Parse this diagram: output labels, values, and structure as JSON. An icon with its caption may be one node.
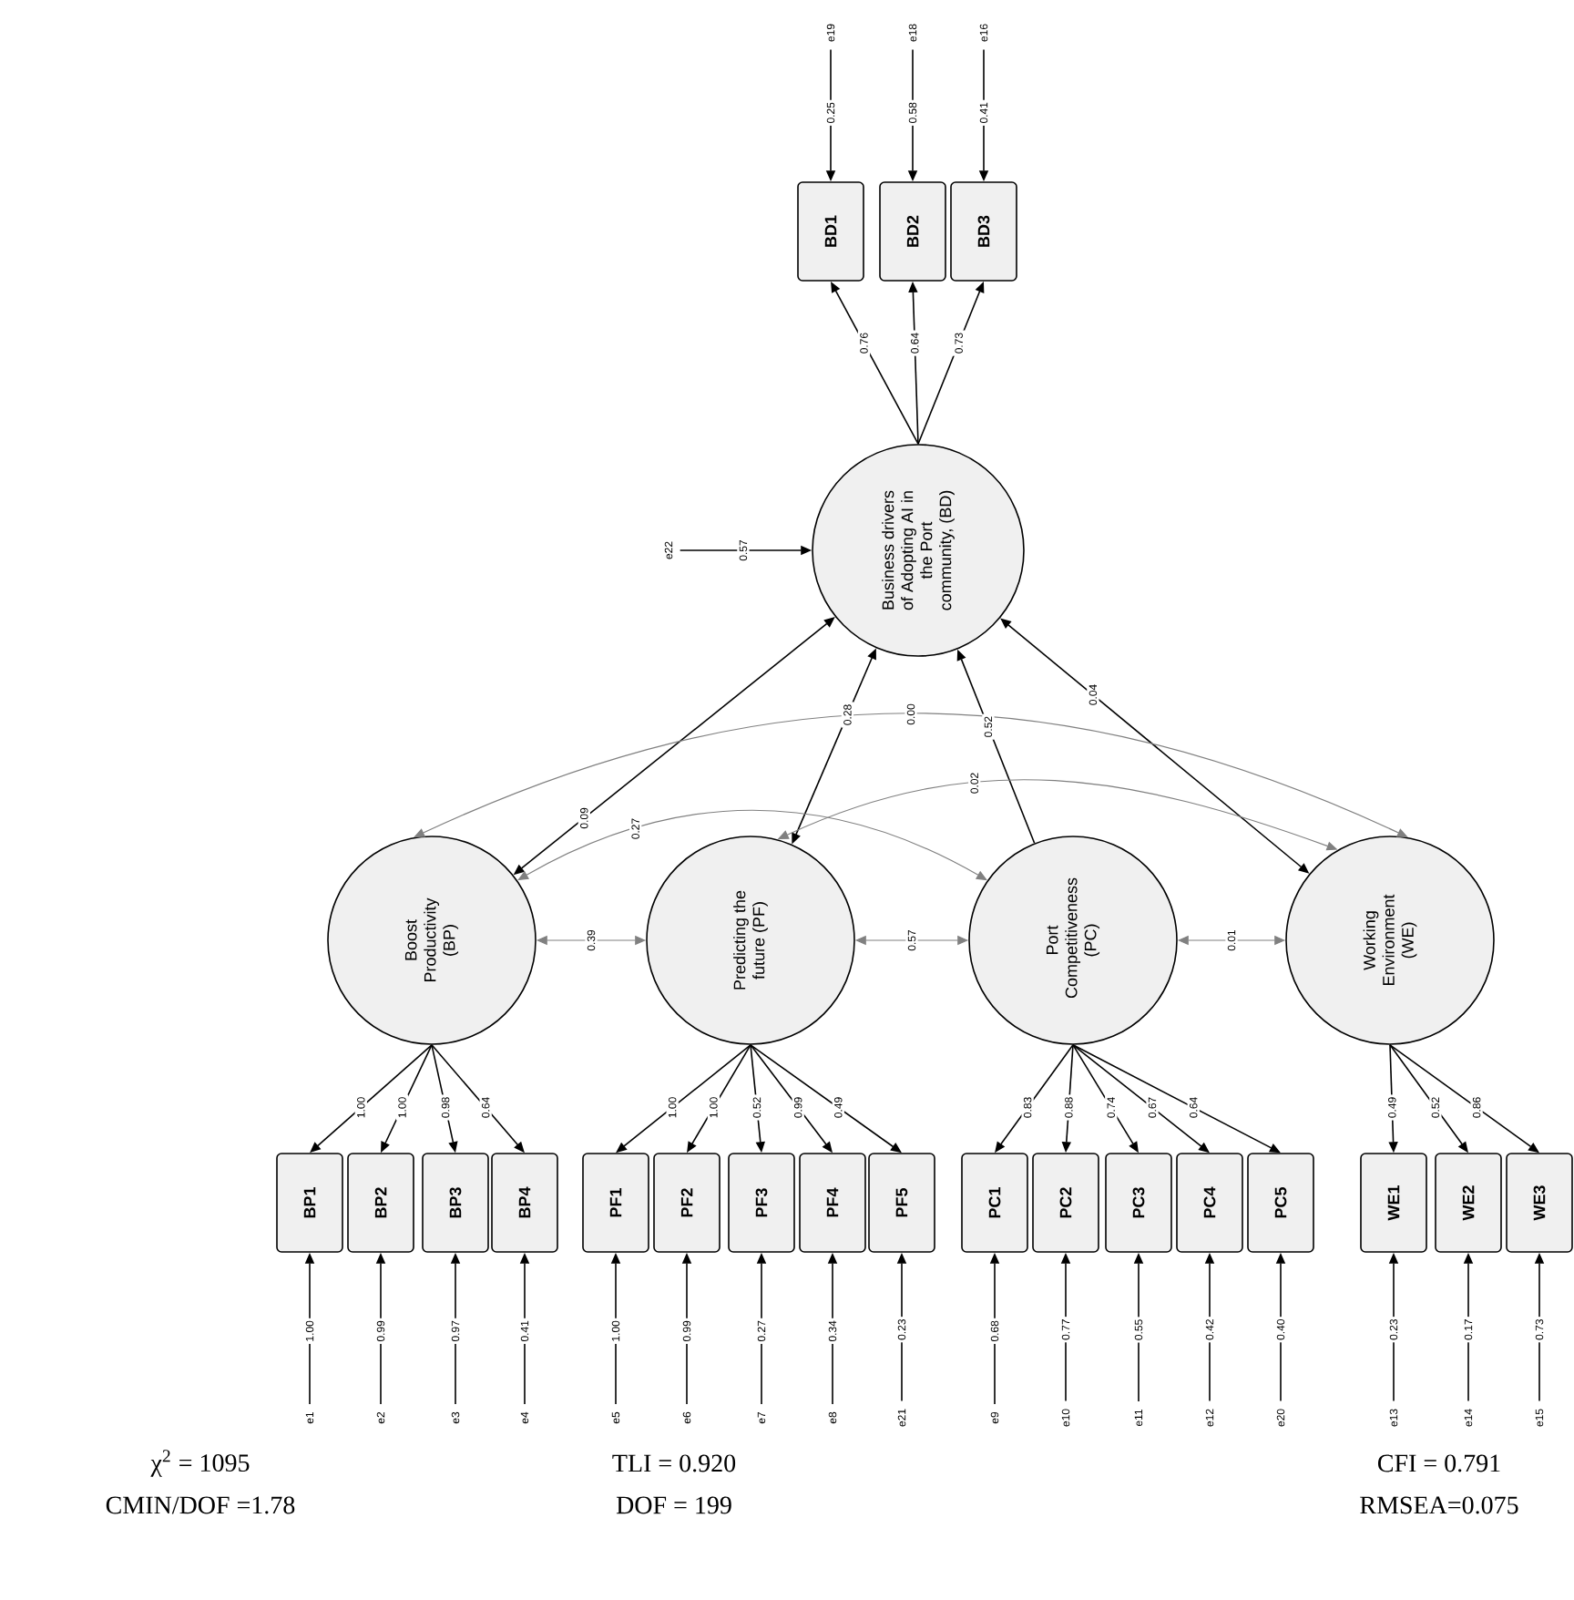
{
  "diagram": {
    "nodes": [
      {
        "text": [
          "e19"
        ]
      },
      {
        "text": [
          "e18"
        ]
      },
      {
        "text": [
          "e16"
        ]
      },
      {
        "text": [
          "BD1"
        ]
      },
      {
        "text": [
          "BD2"
        ]
      },
      {
        "text": [
          "BD3"
        ]
      },
      {
        "text": [
          "e22"
        ]
      },
      {
        "text": [
          "Business drivers of Adopting AI in the Port community, (BD)"
        ]
      },
      {
        "text": [
          "Boost Productivity (BP)"
        ]
      },
      {
        "text": [
          "Predicting the future (PF)"
        ]
      },
      {
        "text": [
          "Port Competitiveness (PC)"
        ]
      },
      {
        "text": [
          "Working Environment (WE)"
        ]
      },
      {
        "text": [
          "BP1"
        ]
      },
      {
        "text": [
          "BP2"
        ]
      },
      {
        "text": [
          "BP3"
        ]
      },
      {
        "text": [
          "BP4"
        ]
      },
      {
        "text": [
          "PF1"
        ]
      },
      {
        "text": [
          "PF2"
        ]
      },
      {
        "text": [
          "PF3"
        ]
      },
      {
        "text": [
          "PF4"
        ]
      },
      {
        "text": [
          "PF5"
        ]
      },
      {
        "text": [
          "PC1"
        ]
      },
      {
        "text": [
          "PC2"
        ]
      },
      {
        "text": [
          "PC3"
        ]
      },
      {
        "text": [
          "PC4"
        ]
      },
      {
        "text": [
          "PC5"
        ]
      },
      {
        "text": [
          "WE1"
        ]
      },
      {
        "text": [
          "WE2"
        ]
      },
      {
        "text": [
          "WE3"
        ]
      },
      {
        "text": [
          "e1"
        ]
      },
      {
        "text": [
          "e2"
        ]
      },
      {
        "text": [
          "e3"
        ]
      },
      {
        "text": [
          "e4"
        ]
      },
      {
        "text": [
          "e5"
        ]
      },
      {
        "text": [
          "e6"
        ]
      },
      {
        "text": [
          "e7"
        ]
      },
      {
        "text": [
          "e8"
        ]
      },
      {
        "text": [
          "e21"
        ]
      },
      {
        "text": [
          "e9"
        ]
      },
      {
        "text": [
          "e10"
        ]
      },
      {
        "text": [
          "e11"
        ]
      },
      {
        "text": [
          "e12"
        ]
      },
      {
        "text": [
          "e20"
        ]
      },
      {
        "text": [
          "e13"
        ]
      },
      {
        "text": [
          "e14"
        ]
      },
      {
        "text": [
          "e15"
        ]
      }
    ],
    "edges": [
      {
        "from": 0,
        "to": 3,
        "arrow": "to",
        "label": "0.25"
      },
      {
        "from": 1,
        "to": 4,
        "arrow": "to",
        "label": "0.58"
      },
      {
        "from": 2,
        "to": 5,
        "arrow": "to",
        "label": "0.41"
      },
      {
        "from": 7,
        "to": 3,
        "arrow": "to",
        "label": "0.76"
      },
      {
        "from": 7,
        "to": 4,
        "arrow": "to",
        "label": "0.64"
      },
      {
        "from": 7,
        "to": 5,
        "arrow": "to",
        "label": "0.73"
      },
      {
        "from": 6,
        "to": 7,
        "arrow": "to",
        "label": "0.57"
      },
      {
        "from": 8,
        "to": 7,
        "arrow": "both",
        "label": "0.09"
      },
      {
        "from": 9,
        "to": 7,
        "arrow": "both",
        "label": "0.28"
      },
      {
        "from": 10,
        "to": 7,
        "arrow": "to",
        "label": "0.52"
      },
      {
        "from": 11,
        "to": 7,
        "arrow": "both",
        "label": "0.04"
      },
      {
        "from": 8,
        "to": 11,
        "arrow": "both",
        "label": "0.00",
        "color": "#808080"
      },
      {
        "from": 8,
        "to": 10,
        "arrow": "both",
        "label": "0.27",
        "color": "#808080"
      },
      {
        "from": 9,
        "to": 11,
        "arrow": "both",
        "label": "0.02",
        "color": "#808080"
      },
      {
        "from": 8,
        "to": 9,
        "arrow": "both",
        "label": "0.39",
        "color": "#808080"
      },
      {
        "from": 9,
        "to": 10,
        "arrow": "both",
        "label": "0.57",
        "color": "#808080"
      },
      {
        "from": 10,
        "to": 11,
        "arrow": "both",
        "label": "0.01",
        "color": "#808080"
      },
      {
        "from": 8,
        "to": 12,
        "arrow": "to",
        "label": "1.00"
      },
      {
        "from": 8,
        "to": 13,
        "arrow": "to",
        "label": "1.00"
      },
      {
        "from": 8,
        "to": 14,
        "arrow": "to",
        "label": "0.98"
      },
      {
        "from": 8,
        "to": 15,
        "arrow": "to",
        "label": "0.64"
      },
      {
        "from": 9,
        "to": 16,
        "arrow": "to",
        "label": "1.00"
      },
      {
        "from": 9,
        "to": 17,
        "arrow": "to",
        "label": "1.00"
      },
      {
        "from": 9,
        "to": 18,
        "arrow": "to",
        "label": "0.52"
      },
      {
        "from": 9,
        "to": 19,
        "arrow": "to",
        "label": "0.99"
      },
      {
        "from": 9,
        "to": 20,
        "arrow": "to",
        "label": "0.49"
      },
      {
        "from": 10,
        "to": 21,
        "arrow": "to",
        "label": "0.83"
      },
      {
        "from": 10,
        "to": 22,
        "arrow": "to",
        "label": "0.88"
      },
      {
        "from": 10,
        "to": 23,
        "arrow": "to",
        "label": "0.74"
      },
      {
        "from": 10,
        "to": 24,
        "arrow": "to",
        "label": "0.67"
      },
      {
        "from": 10,
        "to": 25,
        "arrow": "to",
        "label": "0.64"
      },
      {
        "from": 11,
        "to": 26,
        "arrow": "to",
        "label": "0.49"
      },
      {
        "from": 11,
        "to": 27,
        "arrow": "to",
        "label": "0.52"
      },
      {
        "from": 11,
        "to": 28,
        "arrow": "to",
        "label": "0.86"
      },
      {
        "from": 29,
        "to": 12,
        "arrow": "to",
        "label": "1.00"
      },
      {
        "from": 30,
        "to": 13,
        "arrow": "to",
        "label": "0.99"
      },
      {
        "from": 31,
        "to": 14,
        "arrow": "to",
        "label": "0.97"
      },
      {
        "from": 32,
        "to": 15,
        "arrow": "to",
        "label": "0.41"
      },
      {
        "from": 33,
        "to": 16,
        "arrow": "to",
        "label": "1.00"
      },
      {
        "from": 34,
        "to": 17,
        "arrow": "to",
        "label": "0.99"
      },
      {
        "from": 35,
        "to": 18,
        "arrow": "to",
        "label": "0.27"
      },
      {
        "from": 36,
        "to": 19,
        "arrow": "to",
        "label": "0.34"
      },
      {
        "from": 37,
        "to": 20,
        "arrow": "to",
        "label": "0.23"
      },
      {
        "from": 38,
        "to": 21,
        "arrow": "to",
        "label": "0.68"
      },
      {
        "from": 39,
        "to": 22,
        "arrow": "to",
        "label": "0.77"
      },
      {
        "from": 40,
        "to": 23,
        "arrow": "to",
        "label": "0.55"
      },
      {
        "from": 41,
        "to": 24,
        "arrow": "to",
        "label": "0.42"
      },
      {
        "from": 42,
        "to": 25,
        "arrow": "to",
        "label": "0.40"
      },
      {
        "from": 43,
        "to": 26,
        "arrow": "to",
        "label": "0.23"
      },
      {
        "from": 44,
        "to": 27,
        "arrow": "to",
        "label": "0.17"
      },
      {
        "from": 45,
        "to": 28,
        "arrow": "to",
        "label": "0.73"
      }
    ],
    "labels": [
      "χ$^{2}$ = 1095",
      "TLI = 0.920",
      "CFI = 0.791",
      "CMIN/DOF =1.78",
      "DOF = 199",
      "RMSEA=0.075"
    ]
  }
}
